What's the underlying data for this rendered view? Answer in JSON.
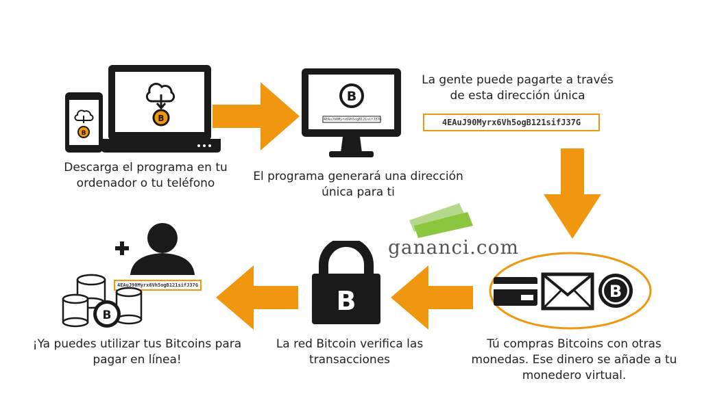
{
  "steps": {
    "download": {
      "caption_1": "Descarga el programa en tu",
      "caption_2": "ordenador o tu teléfono"
    },
    "generate": {
      "caption_1": "El programa generará una dirección",
      "caption_2": "única para ti",
      "screen_address": "4EAuJ90Myrx6Vh5ogB121sifJ37G"
    },
    "receive": {
      "caption_1": "La gente puede pagarte a través",
      "caption_2": "de esta dirección única",
      "address": "4EAuJ90Myrx6Vh5ogB121sifJ37G"
    },
    "buy": {
      "caption_1": "Tú compras Bitcoins con otras",
      "caption_2": "monedas. Ese dinero se añade a tu",
      "caption_3": "monedero virtual."
    },
    "verify": {
      "caption_1": "La red Bitcoin verifica las",
      "caption_2": "transacciones"
    },
    "use": {
      "caption_1": "¡Ya puedes utilizar tus Bitcoins para",
      "caption_2": "pagar en línea!",
      "address": "4EAuJ90Myrx6Vh5ogB121sifJ37G"
    }
  },
  "watermark": "gananci.com",
  "colors": {
    "accent": "#f0960f",
    "icon": "#1a1a1a",
    "watermark_green": "#8cc63f"
  }
}
